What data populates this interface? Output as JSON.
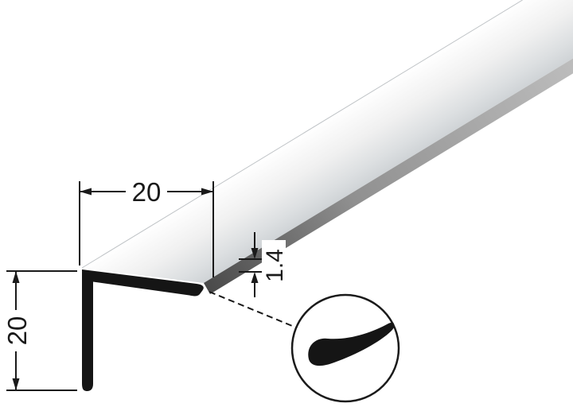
{
  "diagram": {
    "kind": "technical-dimension-drawing",
    "part": "L-angle-profile",
    "dimensions": {
      "width_label": "20",
      "height_label": "20",
      "thickness_label": "1.4"
    },
    "colors": {
      "ink": "#1a1a1a",
      "profile_dark": "#151515",
      "background": "#ffffff"
    }
  }
}
